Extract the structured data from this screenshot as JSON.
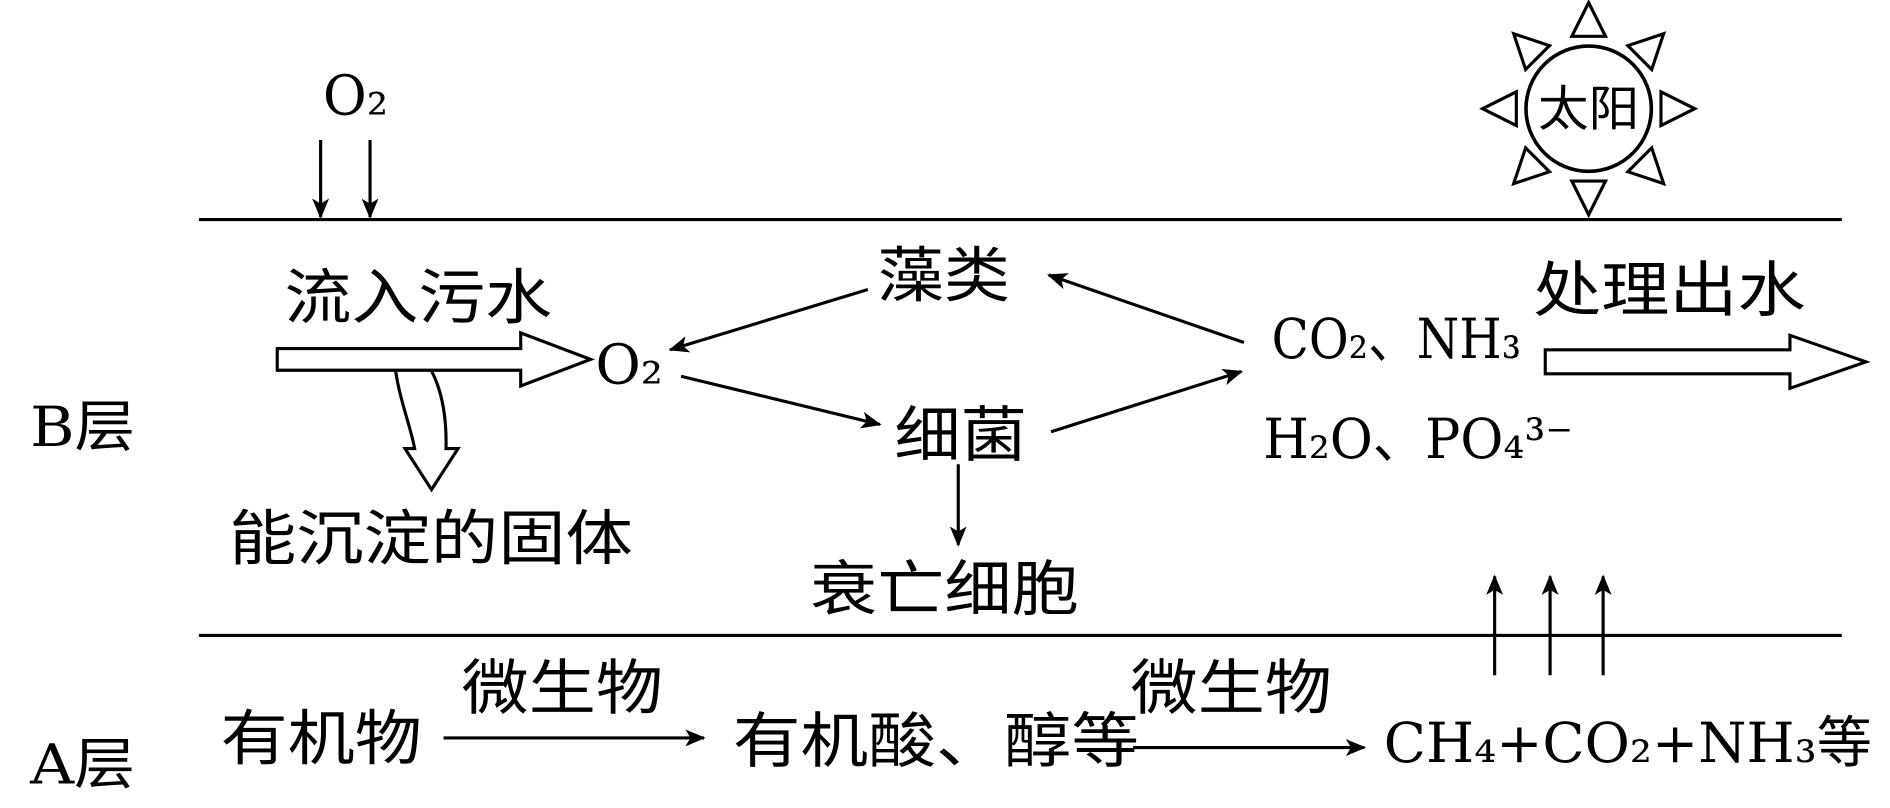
{
  "sun": {
    "label": "太阳"
  },
  "surface": {
    "oxygen_input": "O₂"
  },
  "b_layer": {
    "label": "B层",
    "inflow": "流入污水",
    "oxygen": "O₂",
    "sediment": "能沉淀的固体",
    "algae": "藻类",
    "bacteria": "细菌",
    "dead_cells": "衰亡细胞",
    "products_line1": "CO₂、NH₃",
    "products_line2": "H₂O、PO₄³⁻",
    "outflow": "处理出水"
  },
  "a_layer": {
    "label": "A层",
    "organic_matter": "有机物",
    "microbes_1": "微生物",
    "acids_alcohols": "有机酸、醇等",
    "microbes_2": "微生物",
    "gases": "CH₄+CO₂+NH₃等"
  }
}
